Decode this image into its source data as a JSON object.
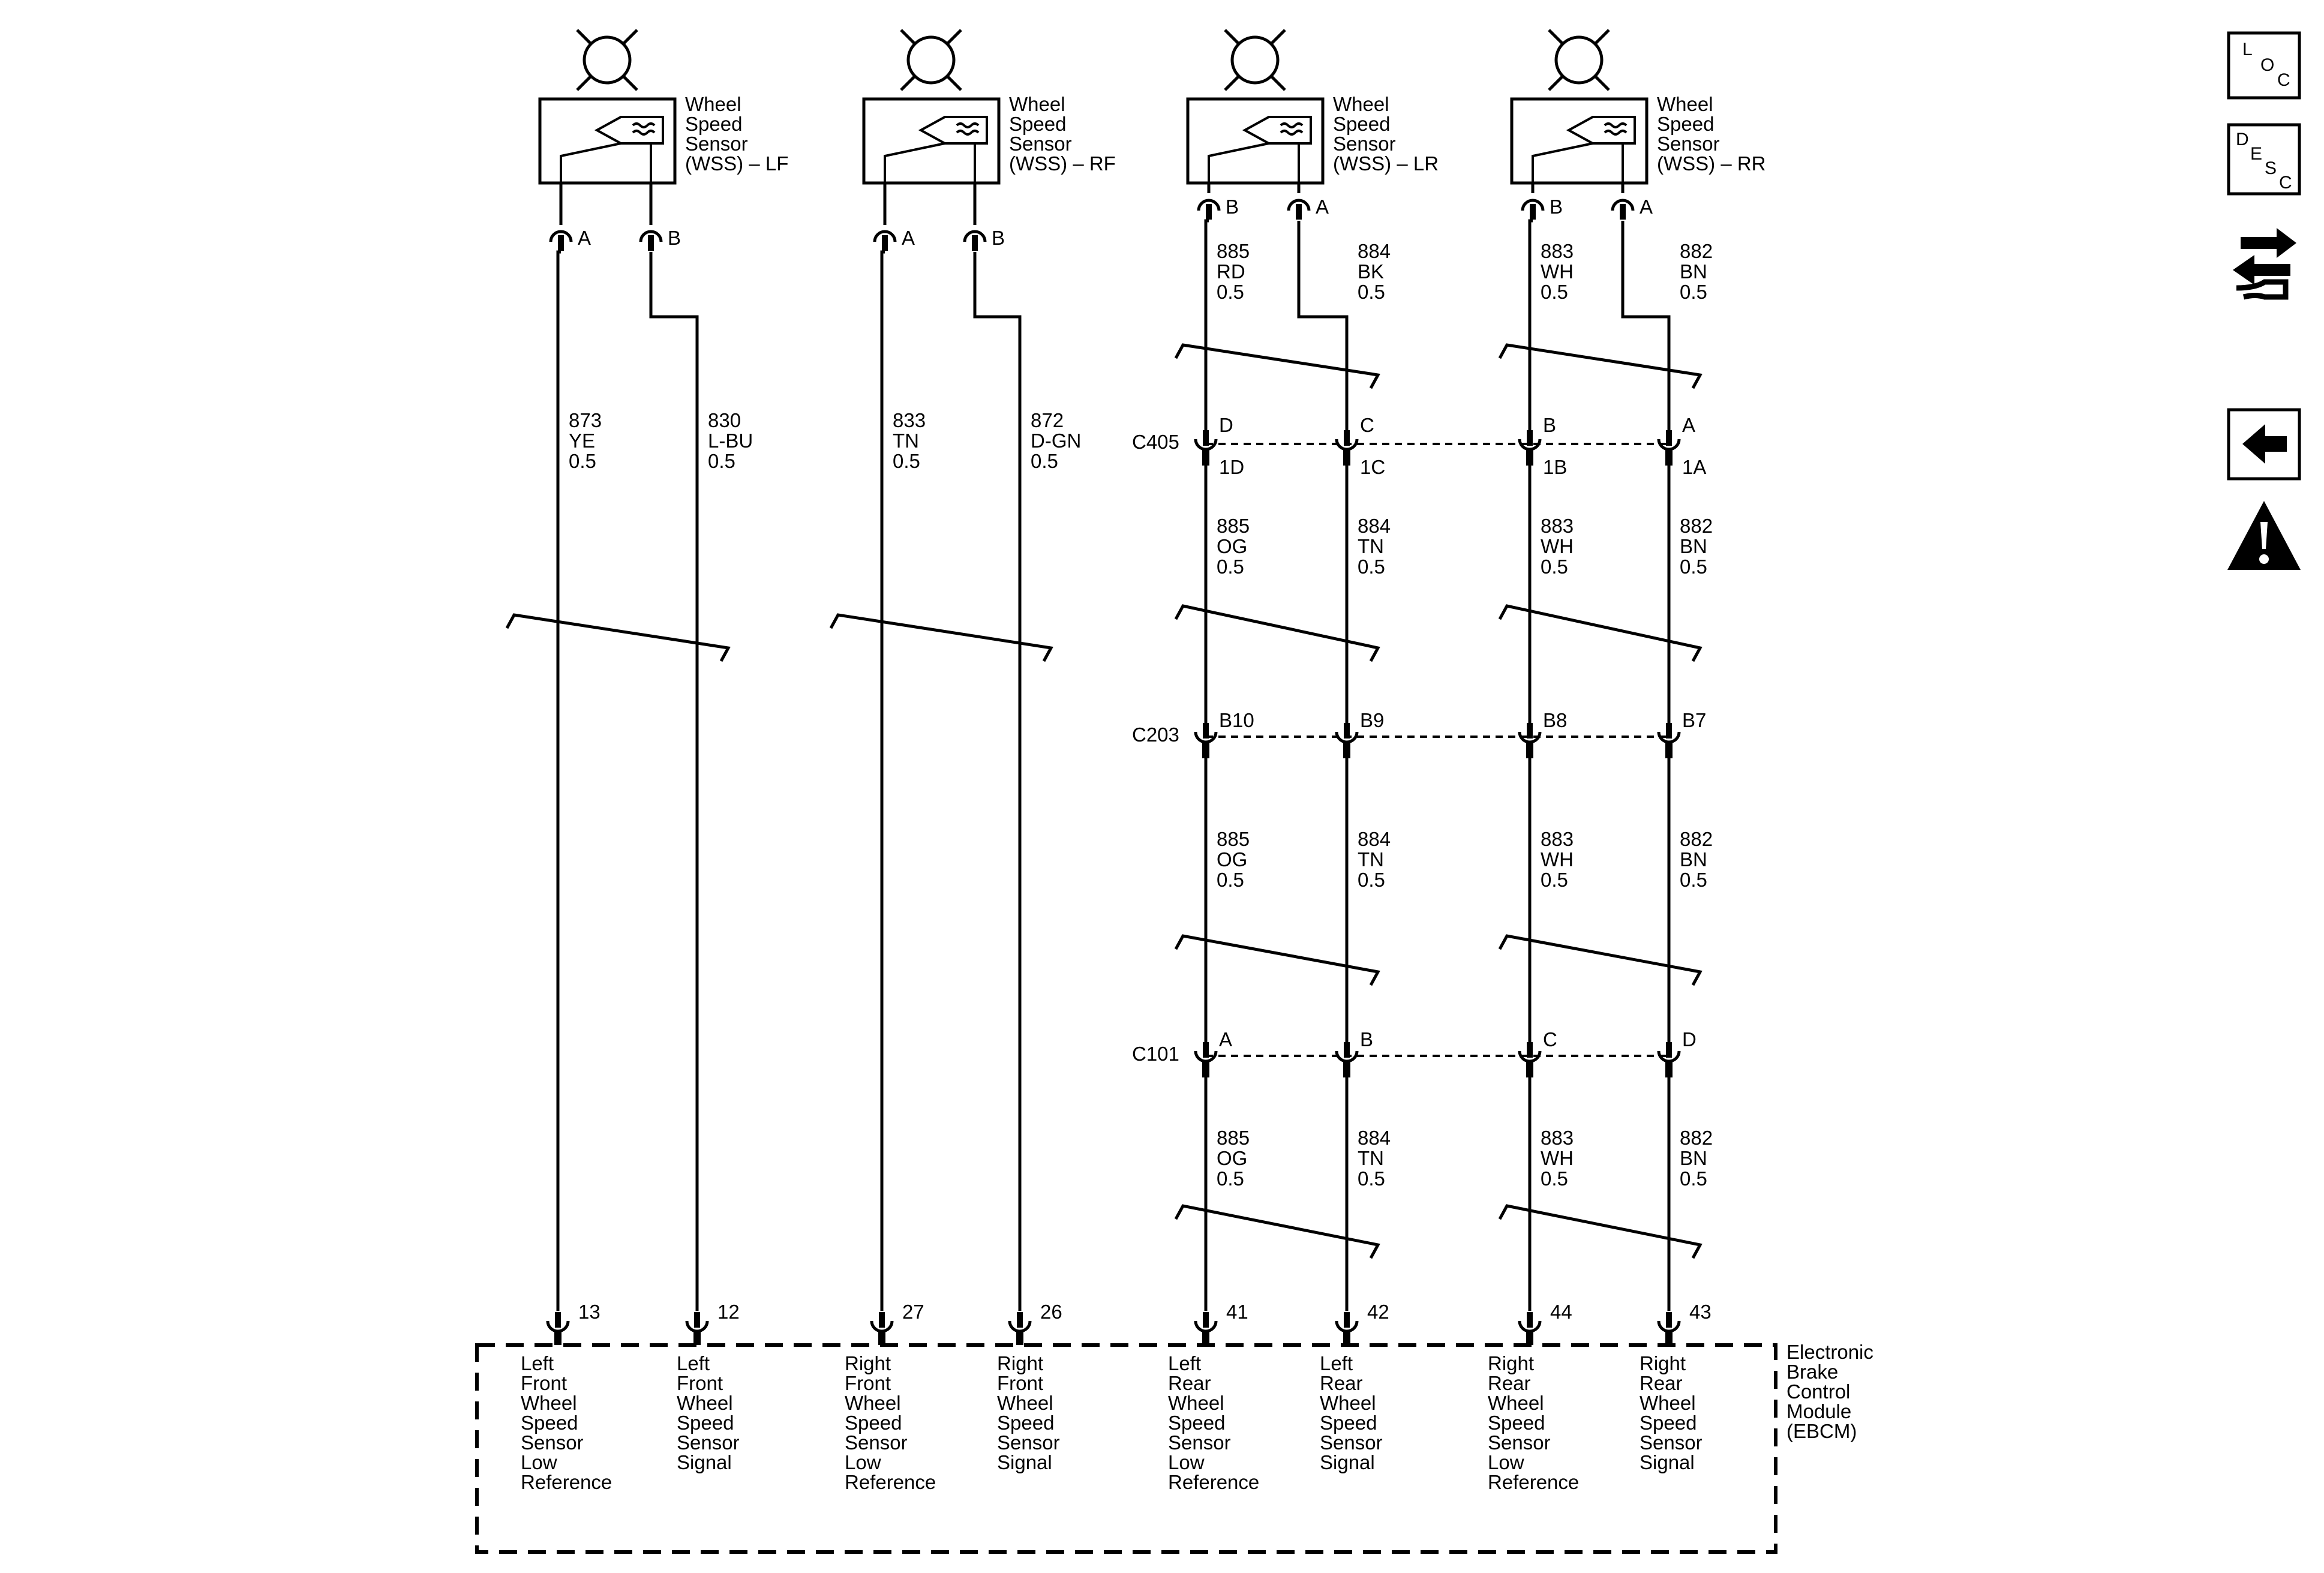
{
  "sensors": [
    {
      "lines": [
        "Wheel",
        "Speed",
        "Sensor",
        "(WSS) – LF"
      ],
      "pins": [
        "A",
        "B"
      ]
    },
    {
      "lines": [
        "Wheel",
        "Speed",
        "Sensor",
        "(WSS) – RF"
      ],
      "pins": [
        "A",
        "B"
      ]
    },
    {
      "lines": [
        "Wheel",
        "Speed",
        "Sensor",
        "(WSS) – LR"
      ],
      "pins": [
        "B",
        "A"
      ]
    },
    {
      "lines": [
        "Wheel",
        "Speed",
        "Sensor",
        "(WSS) – RR"
      ],
      "pins": [
        "B",
        "A"
      ]
    }
  ],
  "front_wires": [
    {
      "circuit": "873",
      "color": "YE",
      "gauge": "0.5"
    },
    {
      "circuit": "830",
      "color": "L-BU",
      "gauge": "0.5"
    },
    {
      "circuit": "833",
      "color": "TN",
      "gauge": "0.5"
    },
    {
      "circuit": "872",
      "color": "D-GN",
      "gauge": "0.5"
    }
  ],
  "rear_sensor_wires": [
    {
      "circuit": "885",
      "color": "RD",
      "gauge": "0.5"
    },
    {
      "circuit": "884",
      "color": "BK",
      "gauge": "0.5"
    },
    {
      "circuit": "883",
      "color": "WH",
      "gauge": "0.5"
    },
    {
      "circuit": "882",
      "color": "BN",
      "gauge": "0.5"
    }
  ],
  "rear_wires": [
    {
      "circuit": "885",
      "color": "OG",
      "gauge": "0.5"
    },
    {
      "circuit": "884",
      "color": "TN",
      "gauge": "0.5"
    },
    {
      "circuit": "883",
      "color": "WH",
      "gauge": "0.5"
    },
    {
      "circuit": "882",
      "color": "BN",
      "gauge": "0.5"
    }
  ],
  "connectors": [
    {
      "name": "C405",
      "top_pins": [
        "D",
        "C",
        "B",
        "A"
      ],
      "bottom_pins": [
        "1D",
        "1C",
        "1B",
        "1A"
      ]
    },
    {
      "name": "C203",
      "top_pins": [
        "B10",
        "B9",
        "B8",
        "B7"
      ],
      "bottom_pins": []
    },
    {
      "name": "C101",
      "top_pins": [
        "A",
        "B",
        "C",
        "D"
      ],
      "bottom_pins": []
    }
  ],
  "ebcm_pins": [
    "13",
    "12",
    "27",
    "26",
    "41",
    "42",
    "44",
    "43"
  ],
  "ebcm_terminals": [
    [
      "Left",
      "Front",
      "Wheel",
      "Speed",
      "Sensor",
      "Low",
      "Reference"
    ],
    [
      "Left",
      "Front",
      "Wheel",
      "Speed",
      "Sensor",
      "Signal"
    ],
    [
      "Right",
      "Front",
      "Wheel",
      "Speed",
      "Sensor",
      "Low",
      "Reference"
    ],
    [
      "Right",
      "Front",
      "Wheel",
      "Speed",
      "Sensor",
      "Signal"
    ],
    [
      "Left",
      "Rear",
      "Wheel",
      "Speed",
      "Sensor",
      "Low",
      "Reference"
    ],
    [
      "Left",
      "Rear",
      "Wheel",
      "Speed",
      "Sensor",
      "Signal"
    ],
    [
      "Right",
      "Rear",
      "Wheel",
      "Speed",
      "Sensor",
      "Low",
      "Reference"
    ],
    [
      "Right",
      "Rear",
      "Wheel",
      "Speed",
      "Sensor",
      "Signal"
    ]
  ],
  "ebcm": {
    "lines": [
      "Electronic",
      "Brake",
      "Control",
      "Module",
      "(EBCM)"
    ]
  },
  "sidebar": {
    "loc": [
      "L",
      "O",
      "C"
    ],
    "desc": [
      "D",
      "E",
      "S",
      "C"
    ],
    "buttons": [
      "loc-button",
      "desc-button",
      "connector-swap-icon",
      "back-arrow-icon",
      "warning-icon"
    ]
  }
}
